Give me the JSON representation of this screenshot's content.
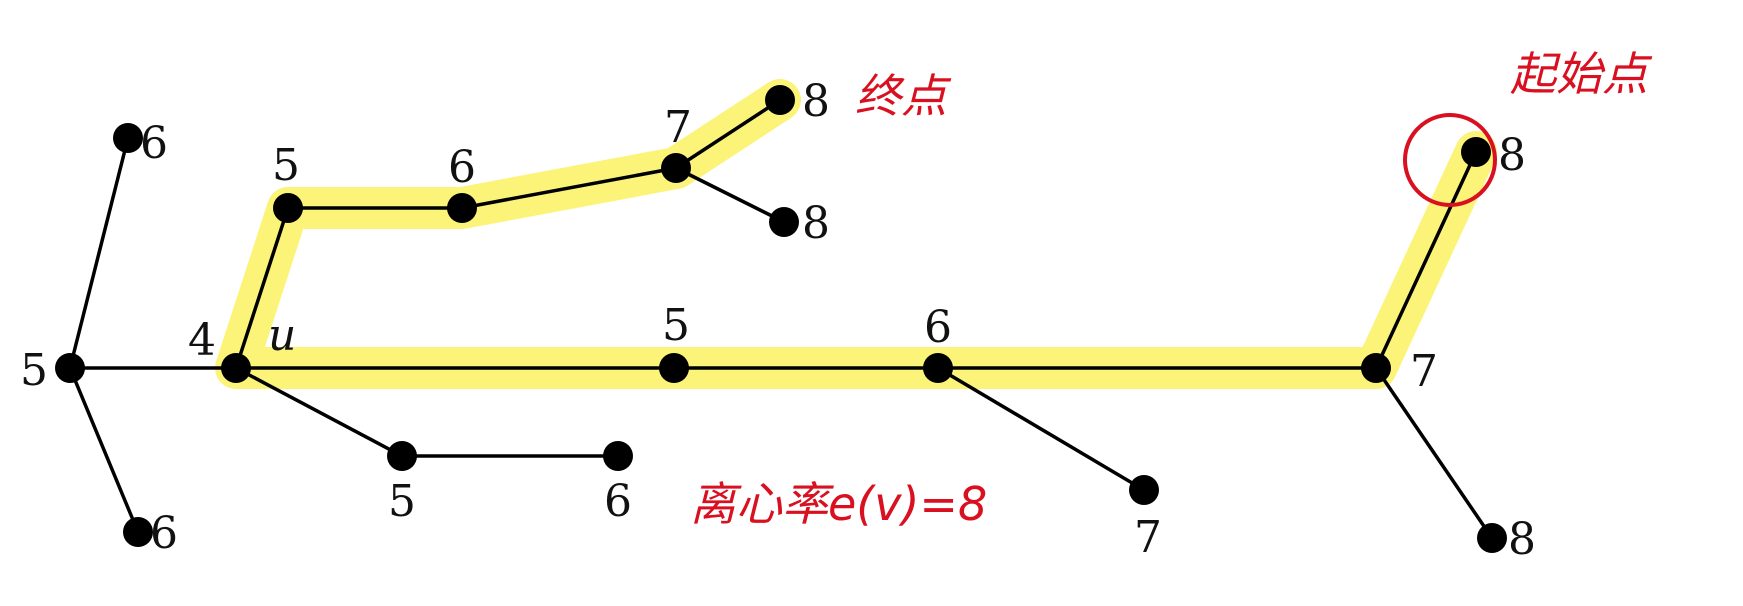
{
  "nodes": [
    {
      "id": "u",
      "label": "4"
    },
    {
      "id": "a",
      "label": "5"
    },
    {
      "id": "a1",
      "label": "6"
    },
    {
      "id": "a2",
      "label": "6"
    },
    {
      "id": "b",
      "label": "5"
    },
    {
      "id": "c",
      "label": "6"
    },
    {
      "id": "d",
      "label": "7"
    },
    {
      "id": "d1",
      "label": "8"
    },
    {
      "id": "d2",
      "label": "8"
    },
    {
      "id": "e",
      "label": "5"
    },
    {
      "id": "f",
      "label": "6"
    },
    {
      "id": "g",
      "label": "7"
    },
    {
      "id": "g1",
      "label": "8"
    },
    {
      "id": "g2",
      "label": "8"
    },
    {
      "id": "f1",
      "label": "7"
    },
    {
      "id": "h",
      "label": "5"
    },
    {
      "id": "h1",
      "label": "6"
    }
  ],
  "u_label": "u",
  "edges": [
    [
      "u",
      "a"
    ],
    [
      "a",
      "a1"
    ],
    [
      "a",
      "a2"
    ],
    [
      "u",
      "b"
    ],
    [
      "b",
      "c"
    ],
    [
      "c",
      "d"
    ],
    [
      "d",
      "d1"
    ],
    [
      "d",
      "d2"
    ],
    [
      "u",
      "e"
    ],
    [
      "e",
      "f"
    ],
    [
      "f",
      "g"
    ],
    [
      "g",
      "g1"
    ],
    [
      "g",
      "g2"
    ],
    [
      "f",
      "f1"
    ],
    [
      "u",
      "h"
    ],
    [
      "h",
      "h1"
    ]
  ],
  "highlight_path": [
    "d1",
    "d",
    "c",
    "b",
    "u",
    "e",
    "f",
    "g",
    "g1"
  ],
  "annotations": {
    "end_note": "终点",
    "start_note": "起始点",
    "ecc_note": "离心率e(v)=8"
  },
  "colors": {
    "highlight": "#fbf36a",
    "annotation": "#d91020",
    "node": "#000000"
  }
}
